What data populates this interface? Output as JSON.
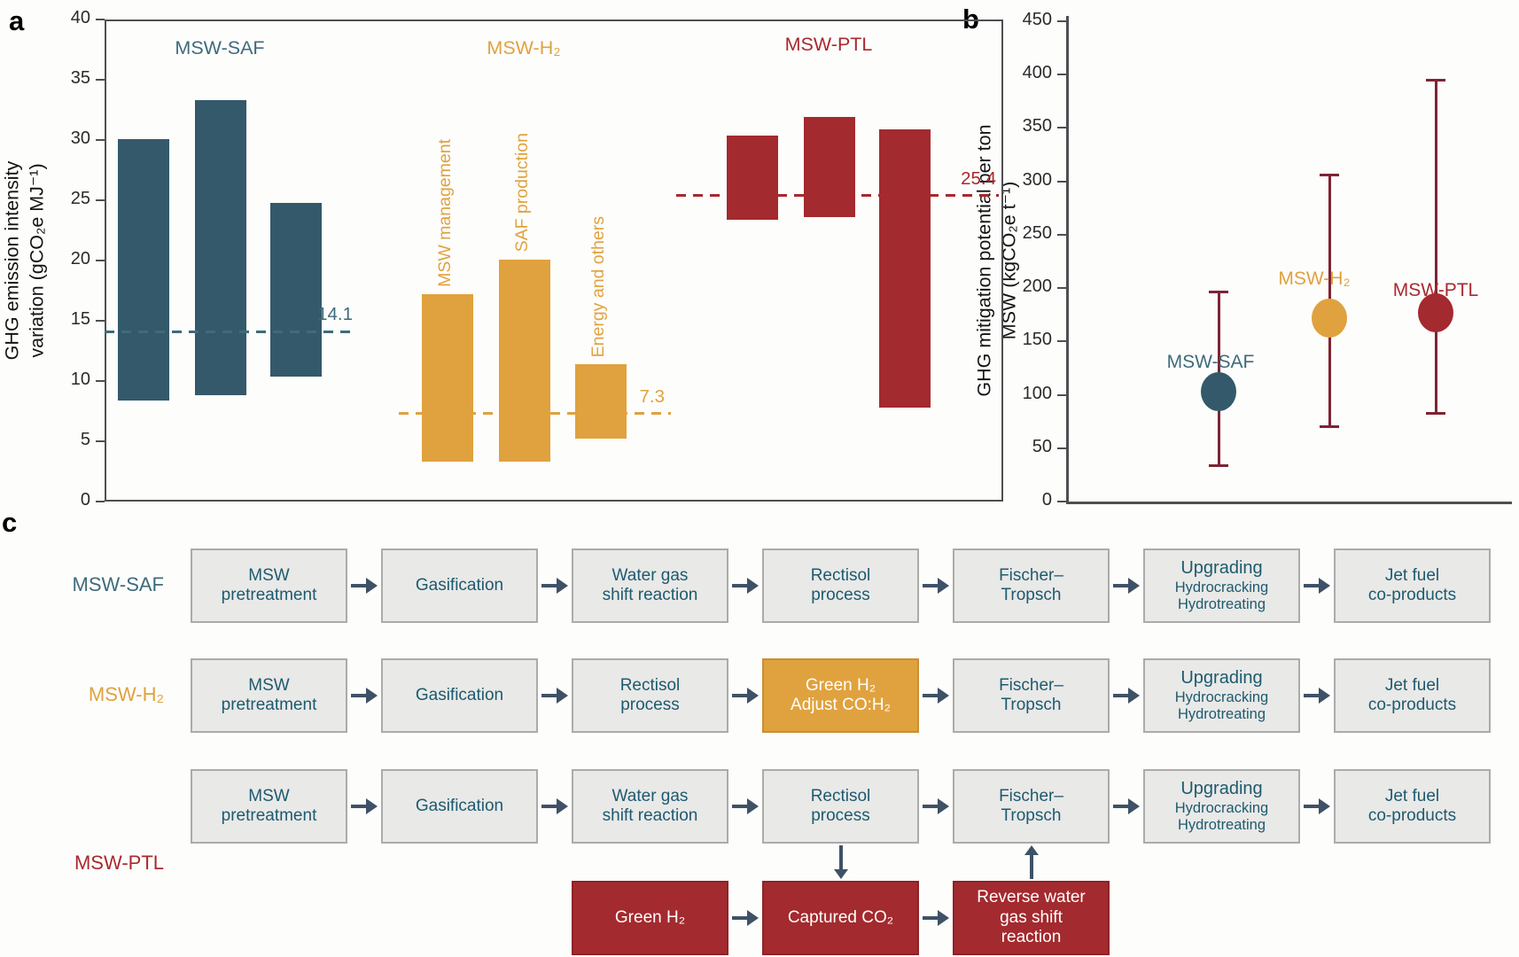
{
  "figure": {
    "panel_a_letter": "a",
    "panel_b_letter": "b",
    "panel_c_letter": "c"
  },
  "colors": {
    "teal": "#34596a",
    "teal_label": "#3e6b7a",
    "orange": "#e0a23e",
    "red": "#a32a2e",
    "red_label": "#a8292e",
    "errorbar": "#7e2433",
    "axis": "#4f4f51",
    "arrow": "#3f5166",
    "box_fill": "#e9e9e7",
    "box_border": "#ababab",
    "box_text": "#1d5a70"
  },
  "chart_data": [
    {
      "id": "a",
      "type": "bar",
      "subtype": "floating-range-bars",
      "ylabel": "GHG emission intensity variation (gCO₂e MJ⁻¹)",
      "ylabel_lines": [
        "GHG emission intensity",
        "variation (gCO₂e MJ⁻¹)"
      ],
      "ylim": [
        0,
        40
      ],
      "ytick_step": 5,
      "grid": false,
      "groups": [
        {
          "name": "MSW-SAF",
          "color": "#34596a",
          "label_color": "#3e6b7a",
          "baseline": 14.1,
          "baseline_label": "14.1",
          "bars": [
            {
              "low": 8.4,
              "high": 30.1
            },
            {
              "low": 8.8,
              "high": 33.3
            },
            {
              "low": 10.4,
              "high": 24.8
            }
          ]
        },
        {
          "name": "MSW-H₂",
          "color": "#e0a23e",
          "label_color": "#e0a23e",
          "baseline": 7.3,
          "baseline_label": "7.3",
          "bars": [
            {
              "low": 3.3,
              "high": 17.2,
              "label": "MSW management"
            },
            {
              "low": 3.3,
              "high": 20.1,
              "label": "SAF production"
            },
            {
              "low": 5.2,
              "high": 11.4,
              "label": "Energy and others"
            }
          ]
        },
        {
          "name": "MSW-PTL",
          "color": "#a32a2e",
          "label_color": "#a8292e",
          "baseline": 25.4,
          "baseline_label": "25.4",
          "bars": [
            {
              "low": 23.4,
              "high": 30.4
            },
            {
              "low": 23.6,
              "high": 31.9
            },
            {
              "low": 7.8,
              "high": 30.9
            }
          ]
        }
      ]
    },
    {
      "id": "b",
      "type": "scatter",
      "subtype": "points-with-error-bars",
      "ylabel": "GHG mitigation potential per ton MSW (kgCO₂e t⁻¹)",
      "ylabel_lines": [
        "GHG mitigation potential per ton",
        "MSW (kgCO₂e t⁻¹)"
      ],
      "ylim": [
        0,
        450
      ],
      "ytick_step": 50,
      "grid": false,
      "errorbar_color": "#7e2433",
      "points": [
        {
          "name": "MSW-SAF",
          "value": 103,
          "low": 33,
          "high": 197,
          "color": "#34596a",
          "label_color": "#3e6b7a"
        },
        {
          "name": "MSW-H₂",
          "value": 172,
          "low": 70,
          "high": 306,
          "color": "#e0a23e",
          "label_color": "#e0a23e"
        },
        {
          "name": "MSW-PTL",
          "value": 177,
          "low": 82,
          "high": 395,
          "color": "#a32a2e",
          "label_color": "#a8292e"
        }
      ]
    }
  ],
  "flows": {
    "rows": [
      {
        "name": "MSW-SAF",
        "name_color": "#3e6b7a",
        "boxes": [
          {
            "text": "MSW\npretreatment"
          },
          {
            "text": "Gasification"
          },
          {
            "text": "Water gas\nshift reaction"
          },
          {
            "text": "Rectisol\nprocess"
          },
          {
            "text": "Fischer–\nTropsch"
          },
          {
            "text": "Upgrading",
            "sub": "Hydrocracking\nHydrotreating"
          },
          {
            "text": "Jet fuel\nco-products"
          }
        ]
      },
      {
        "name": "MSW-H₂",
        "name_color": "#e0a23e",
        "boxes": [
          {
            "text": "MSW\npretreatment"
          },
          {
            "text": "Gasification"
          },
          {
            "text": "Rectisol\nprocess"
          },
          {
            "text": "Green H₂\nAdjust CO:H₂",
            "variant": "orange"
          },
          {
            "text": "Fischer–\nTropsch"
          },
          {
            "text": "Upgrading",
            "sub": "Hydrocracking\nHydrotreating"
          },
          {
            "text": "Jet fuel\nco-products"
          }
        ]
      },
      {
        "name": "MSW-PTL",
        "name_color": "#a8292e",
        "boxes": [
          {
            "text": "MSW\npretreatment"
          },
          {
            "text": "Gasification"
          },
          {
            "text": "Water gas\nshift reaction"
          },
          {
            "text": "Rectisol\nprocess"
          },
          {
            "text": "Fischer–\nTropsch"
          },
          {
            "text": "Upgrading",
            "sub": "Hydrocracking\nHydrotreating"
          },
          {
            "text": "Jet fuel\nco-products"
          }
        ]
      }
    ],
    "extra_row": {
      "belongs_to": "MSW-PTL",
      "boxes": [
        {
          "text": "Green H₂",
          "variant": "red",
          "col": 2
        },
        {
          "text": "Captured CO₂",
          "variant": "red",
          "col": 3
        },
        {
          "text": "Reverse water\ngas shift\nreaction",
          "variant": "red",
          "col": 4
        }
      ]
    }
  }
}
